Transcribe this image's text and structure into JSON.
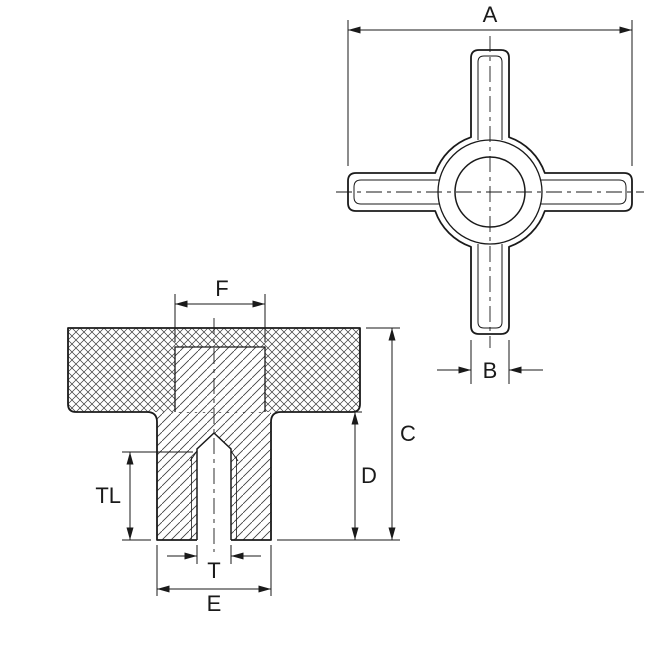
{
  "page": {
    "background": "#ffffff"
  },
  "drawing": {
    "type": "technical-drawing",
    "subject": "four-arm cross knob with threaded insert, top view and sectioned front view",
    "stroke_color": "#1a1a1a",
    "hatch_color": "#3a3a3a"
  },
  "labels": {
    "overall_width": "A",
    "arm_width": "B",
    "total_height": "C",
    "hub_height": "D",
    "hub_diameter": "E",
    "insert_width": "F",
    "thread": "T",
    "thread_length": "TL"
  }
}
